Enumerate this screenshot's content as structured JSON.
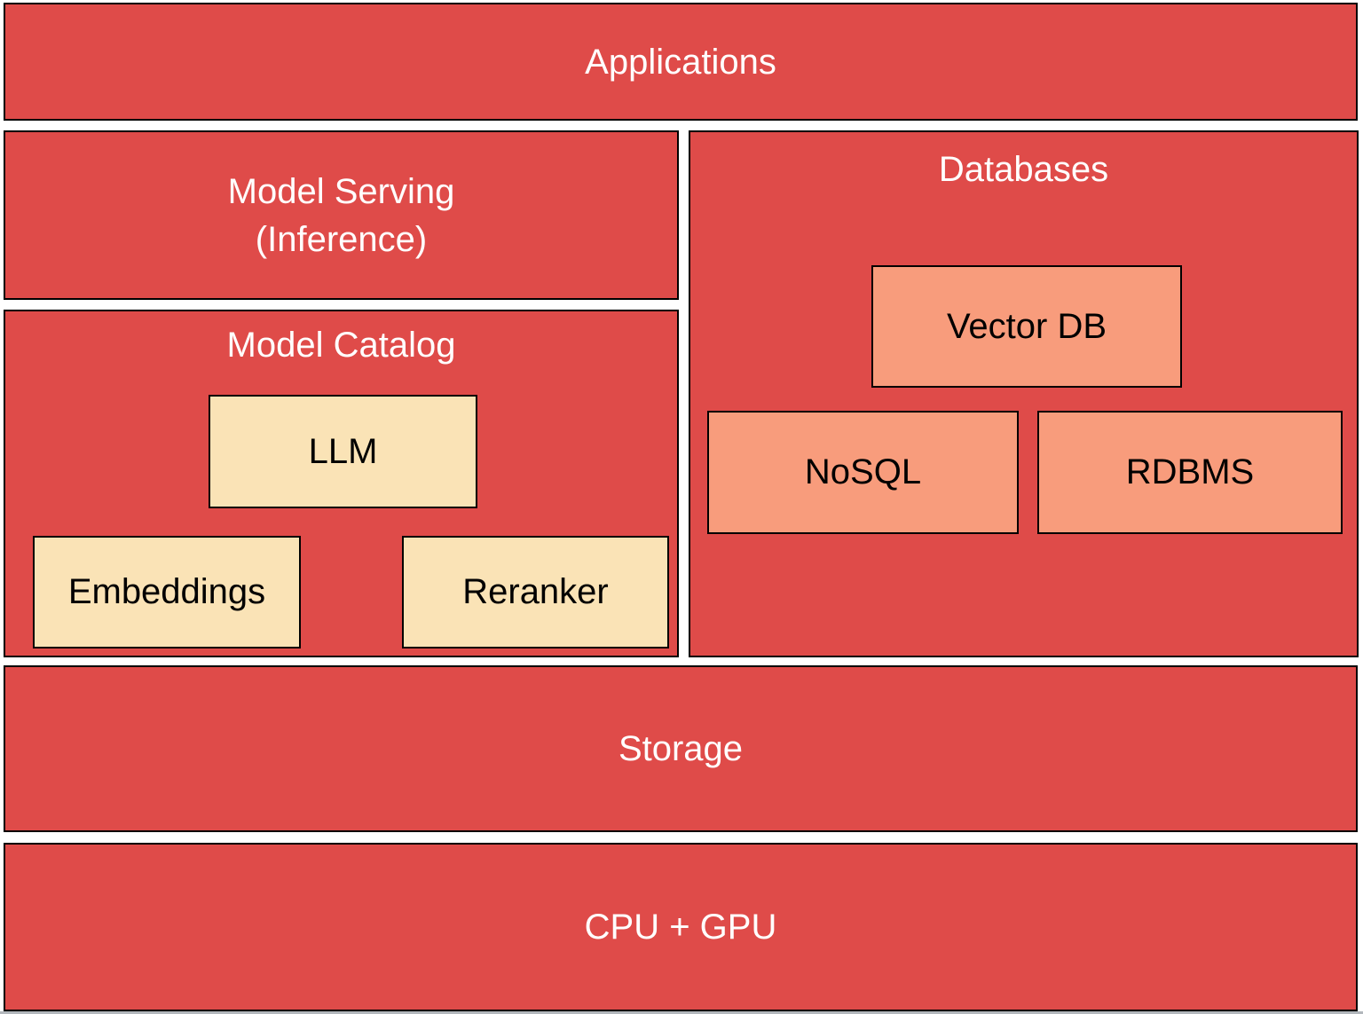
{
  "colors": {
    "band_red": "#DF4B49",
    "salmon": "#F89C7C",
    "cream": "#FAE3B6",
    "border_black": "#000000",
    "header_text": "#FFFFFF",
    "box_text": "#000000",
    "background": "#FFFFFF"
  },
  "layers": {
    "applications": {
      "label": "Applications"
    },
    "model_serving": {
      "line1": "Model Serving",
      "line2": "(Inference)"
    },
    "model_catalog": {
      "label": "Model Catalog",
      "items": [
        {
          "label": "LLM"
        },
        {
          "label": "Embeddings"
        },
        {
          "label": "Reranker"
        }
      ]
    },
    "databases": {
      "label": "Databases",
      "items": [
        {
          "label": "Vector DB"
        },
        {
          "label": "NoSQL"
        },
        {
          "label": "RDBMS"
        }
      ]
    },
    "storage": {
      "label": "Storage"
    },
    "cpu_gpu": {
      "label": "CPU + GPU"
    }
  }
}
